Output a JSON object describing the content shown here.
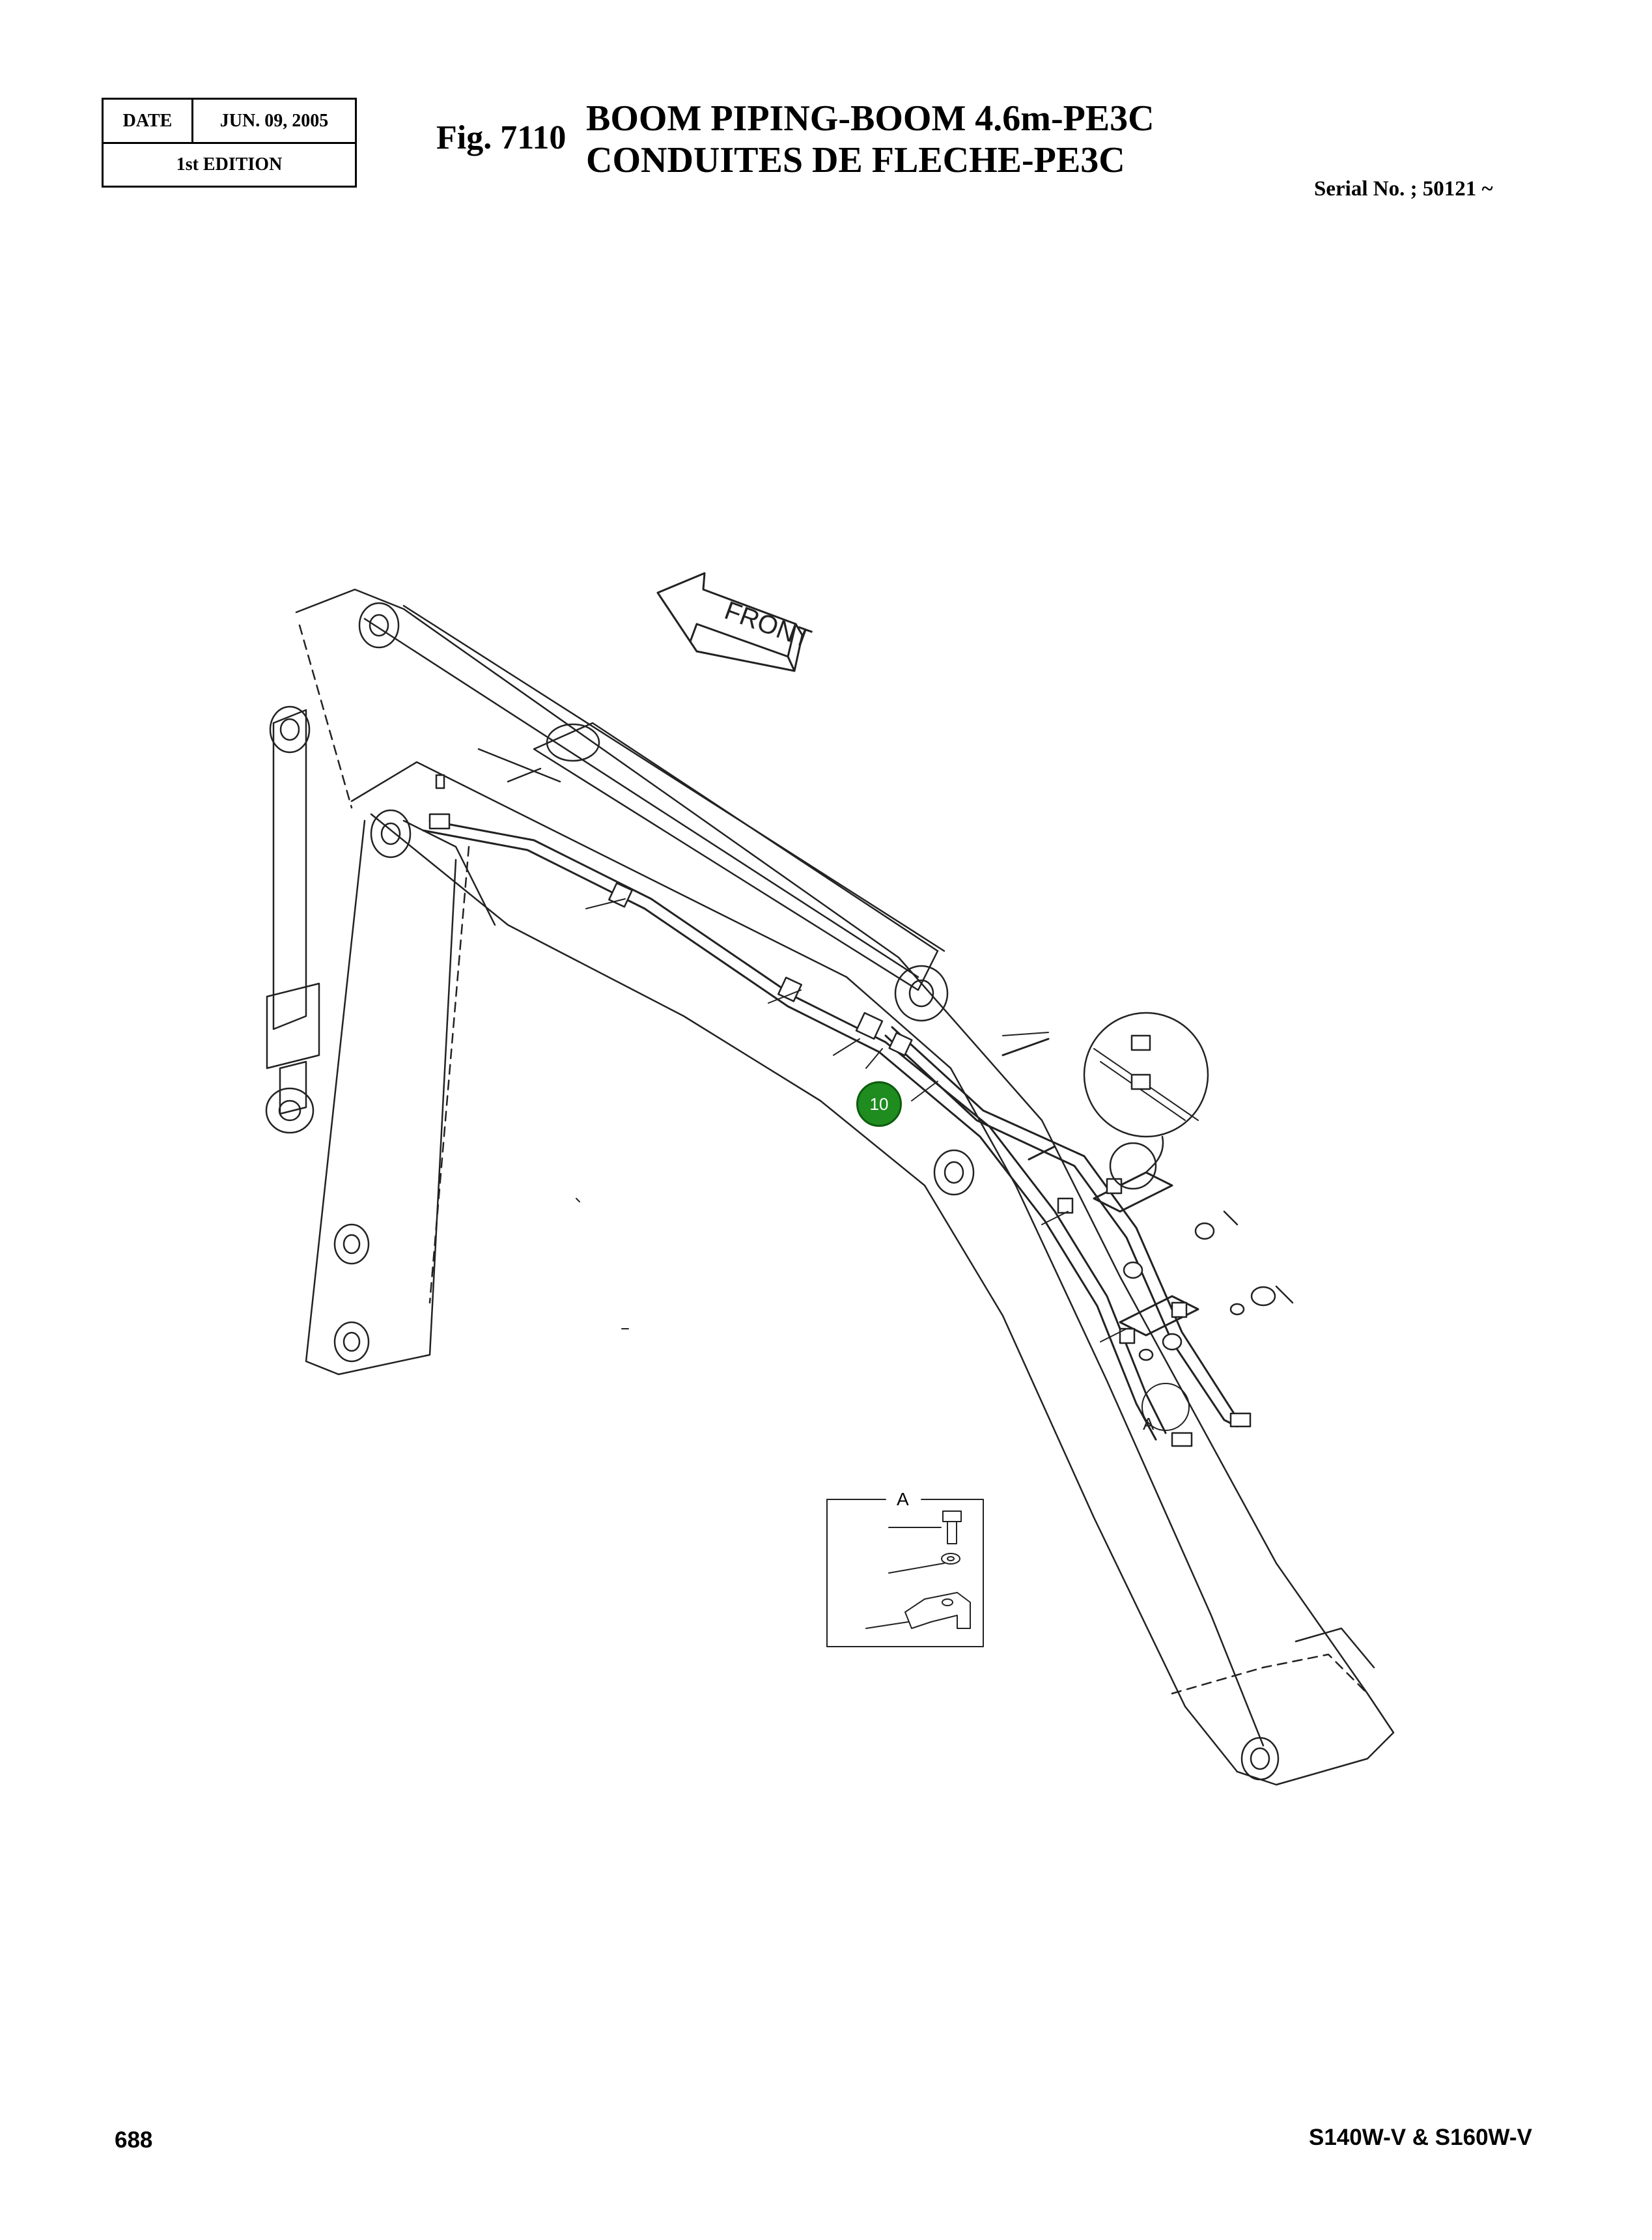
{
  "header": {
    "date_label": "DATE",
    "date_value": "JUN. 09, 2005",
    "edition": "1st EDITION",
    "fig_label": "Fig. 7110",
    "title_en": "BOOM PIPING-BOOM 4.6m-PE3C",
    "title_fr": "CONDUITES DE FLECHE-PE3C",
    "serial": "Serial No. ; 50121 ~"
  },
  "drawing": {
    "front_label": "FRONT",
    "detail_marker": "A",
    "detail_box_label": "A",
    "callouts": [
      {
        "label": "10",
        "color": "#1f8c1f"
      }
    ]
  },
  "footer": {
    "page_number": "688",
    "model": "S140W-V & S160W-V"
  }
}
